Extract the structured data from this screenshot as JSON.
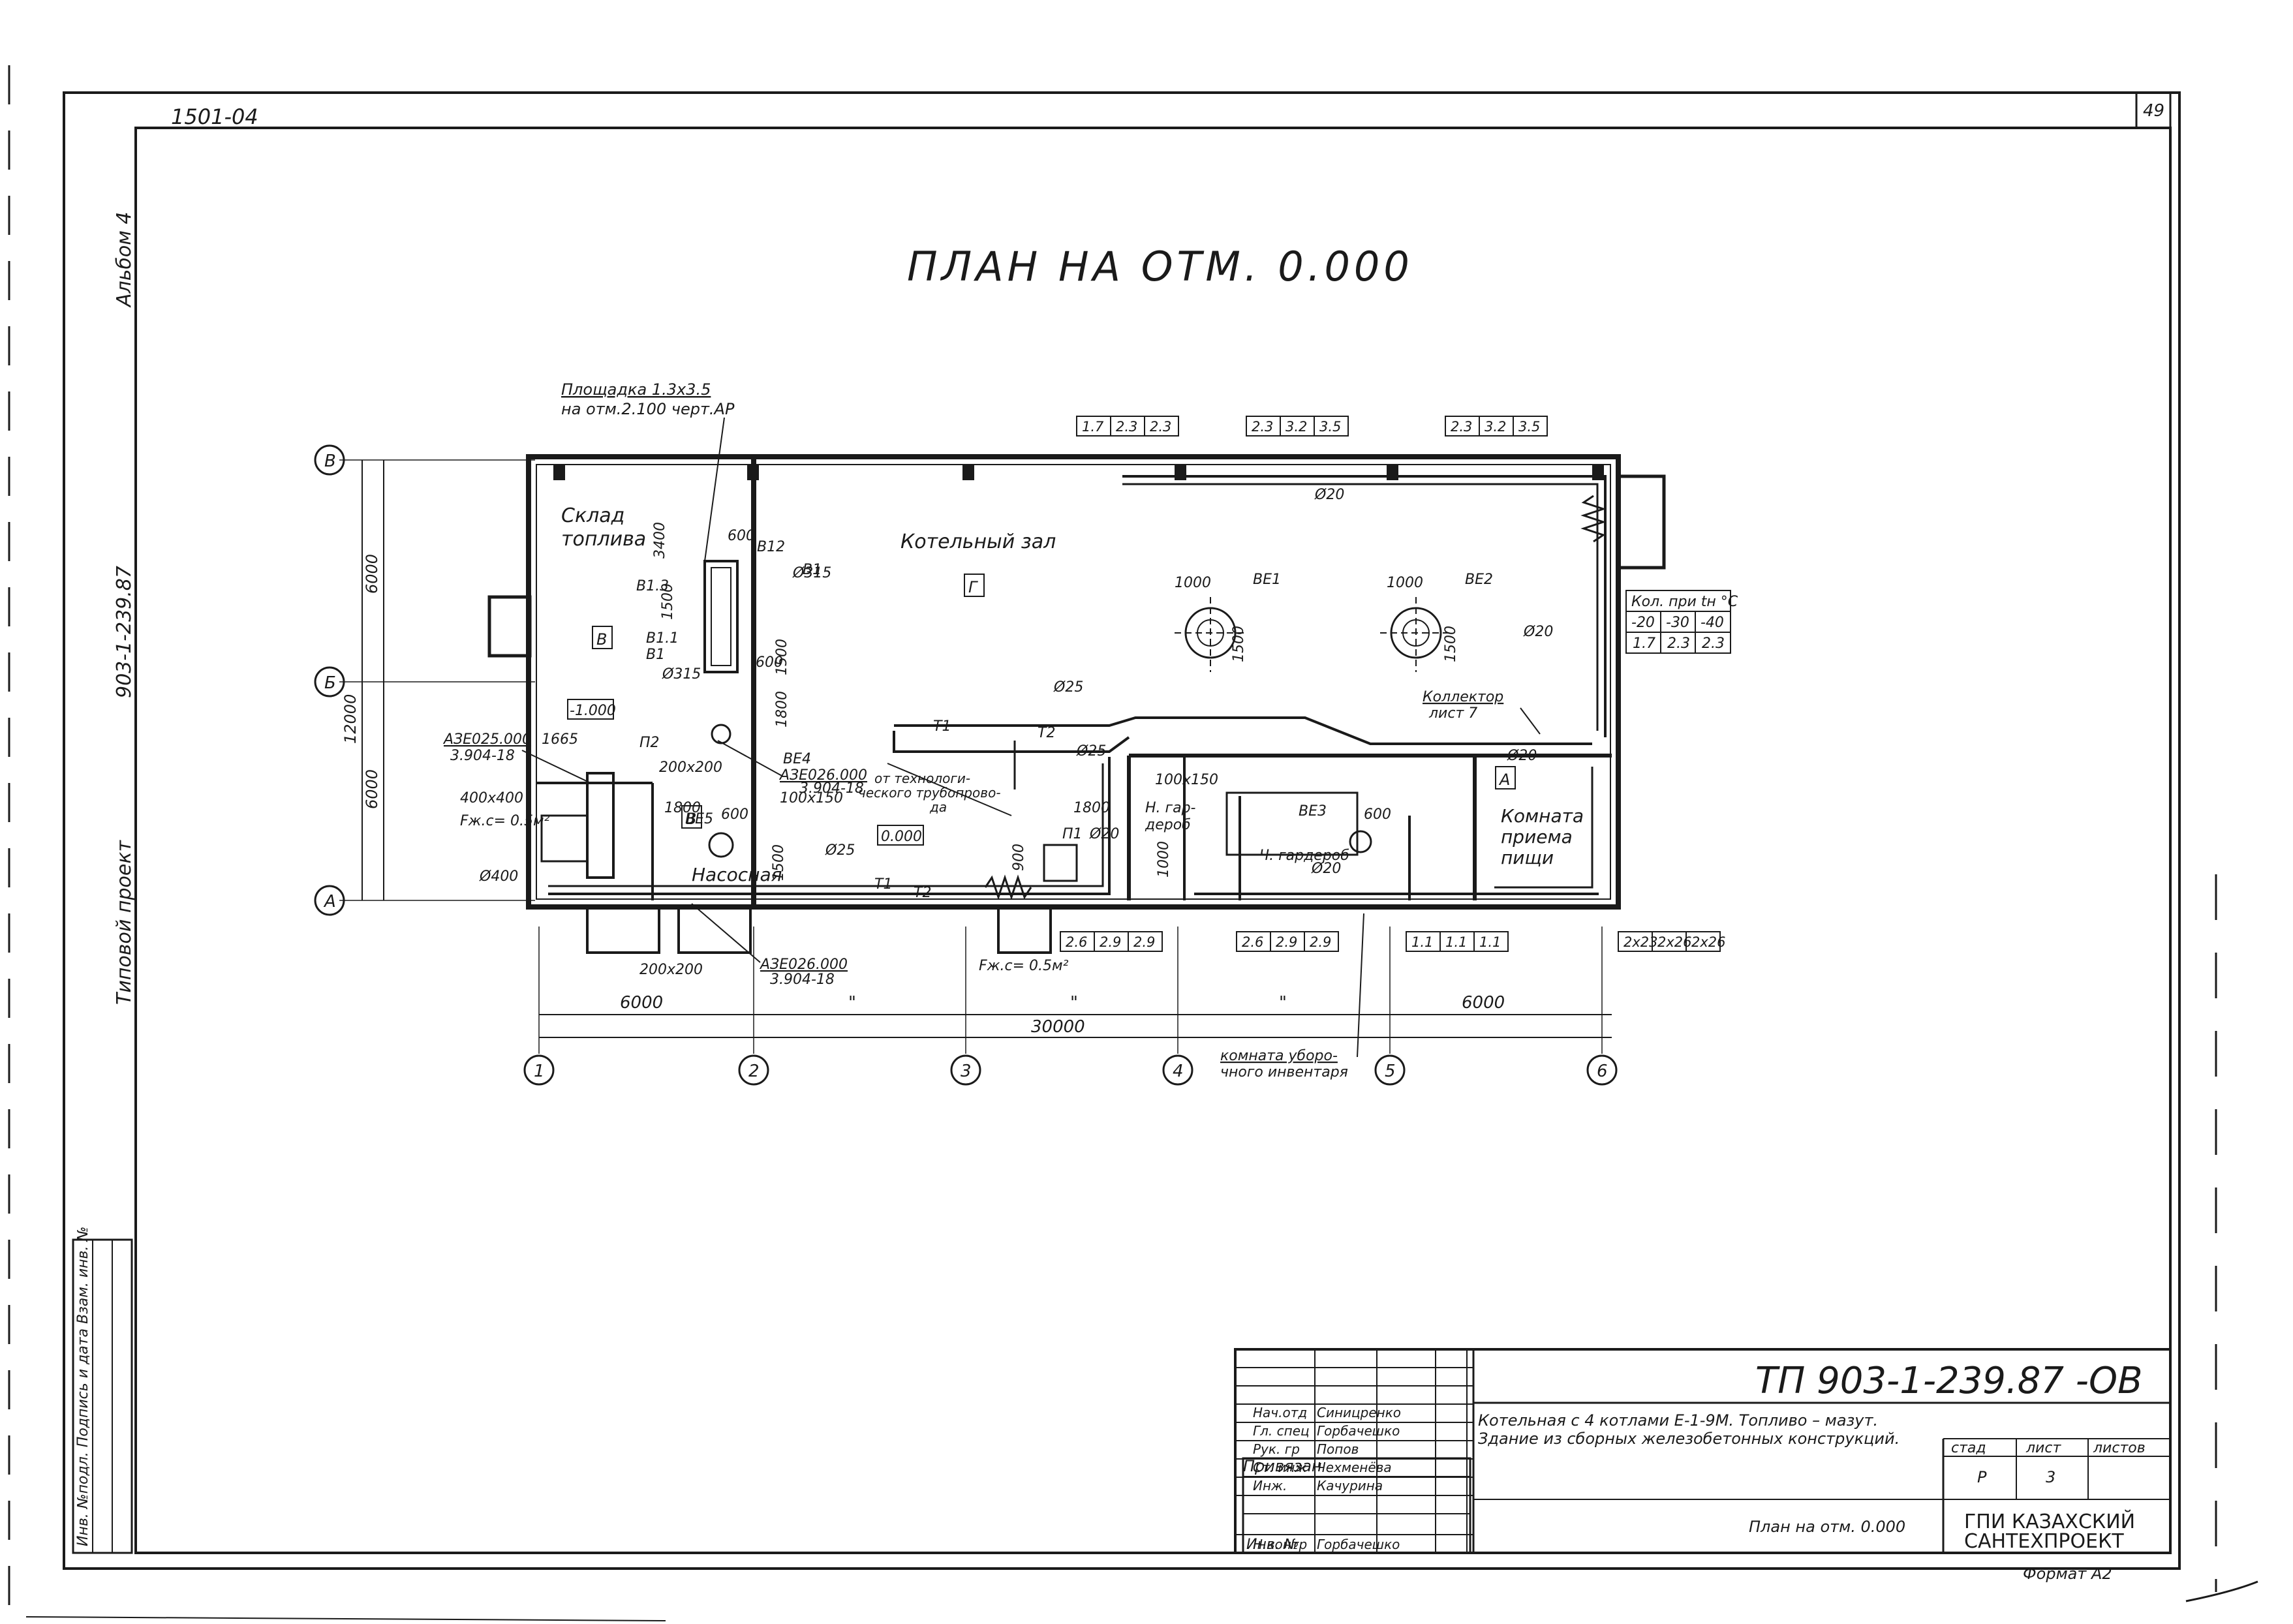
{
  "sheet": {
    "code_top_left": "1501-04",
    "page_number": "49",
    "album": "Альбом 4",
    "typical_project": "Типовой проект",
    "project_code_side": "903-1-239.87",
    "side_stamp": "Инв. №подл.  Подпись и дата  Взам. инв. №"
  },
  "plan": {
    "title": "ПЛАН НА ОТМ. 0.000",
    "rooms": [
      {
        "name": "Склад\nтоплива",
        "letter": "В"
      },
      {
        "name": "Котельный зал",
        "letter": "Г"
      },
      {
        "name": "Насосная",
        "letter": "В"
      },
      {
        "name": "Комната\nприема\nпищи",
        "letter": "А"
      },
      {
        "name": "Н. гар-\nдероб",
        "letter": ""
      },
      {
        "name": "Ч. гардероб",
        "letter": ""
      }
    ],
    "platform_note": "Площадка 1.3х3.5\nна отм.2.100 черт.АР",
    "collector_note": "Коллектор\nлист 7",
    "pipeline_note": "от технологи-\nческого трубопрово-\nда",
    "inventory_note": "комната уборо-\nчного инвентаря",
    "level_marks": [
      "-1.000",
      "0.000"
    ],
    "equipment_labels": [
      "ВЕ1",
      "ВЕ2",
      "ВЕ3",
      "ВЕ4",
      "ВЕ5",
      "В1",
      "В1.1",
      "В1.3",
      "В12",
      "П1",
      "П2",
      "Т1",
      "Т2"
    ],
    "duct_labels": [
      "Ø20",
      "Ø25",
      "Ø400",
      "Ø315",
      "1000",
      "600",
      "100х150",
      "200х200",
      "400х400",
      "Fж.с= 0.5м²",
      "Fж.с= 0.5м²"
    ],
    "catalog_refs": [
      "АЗЕ025.000\n3.904-18",
      "АЗЕ026.000\n3.904-18",
      "АЗЕ026.000\n3.904-18"
    ],
    "radiator_tags": [
      [
        "1.7",
        "2.3",
        "2.3"
      ],
      [
        "2.3",
        "3.2",
        "3.5"
      ],
      [
        "2.3",
        "3.2",
        "3.5"
      ],
      [
        "2.6",
        "2.9",
        "2.9"
      ],
      [
        "2.6",
        "2.9",
        "2.9"
      ],
      [
        "1.1",
        "1.1",
        "1.1"
      ],
      [
        "2х23",
        "2х26",
        "2х26"
      ]
    ],
    "temp_table": {
      "header": "Кол. при tн °С",
      "temps": [
        "-20",
        "-30",
        "-40"
      ],
      "values": [
        "1.7",
        "2.3",
        "2.3"
      ]
    },
    "axes_vertical": [
      "1",
      "2",
      "3",
      "4",
      "5",
      "6"
    ],
    "axes_horizontal": [
      "В",
      "Б",
      "А"
    ],
    "dims_bottom": [
      "6000",
      "\"",
      "\"",
      "\"",
      "6000"
    ],
    "dim_total": "30000",
    "dims_left": [
      "6000",
      "12000",
      "6000"
    ],
    "dims_misc": [
      "3400",
      "1500",
      "1800",
      "1665",
      "1000",
      "1500",
      "1000",
      "1500",
      "900",
      "1500",
      "1800",
      "1800"
    ]
  },
  "title_block": {
    "code": "ТП 903-1-239.87 -ОВ",
    "rows": [
      {
        "role": "Нач.отд",
        "name": "Синицренко"
      },
      {
        "role": "Гл. спец",
        "name": "Горбачешко"
      },
      {
        "role": "Рук. гр",
        "name": "Попов"
      },
      {
        "role": "Ст. инж",
        "name": "Чехменёва"
      },
      {
        "role": "Инж.",
        "name": "Качурина"
      },
      {
        "role": "Н.контр",
        "name": "Горбачешко"
      }
    ],
    "description": "Котельная с 4 котлами Е-1-9М. Топливо – мазут.\nЗдание из сборных железобетонных конструкций.",
    "stage_headers": [
      "стад",
      "лист",
      "листов"
    ],
    "stage_values": [
      "Р",
      "3",
      ""
    ],
    "sheet_name": "План на отм. 0.000",
    "org": "ГПИ КАЗАХСКИЙ\nСАНТЕХПРОЕКТ",
    "bound": "Привязан",
    "inv": "Инв. №",
    "format": "Формат А2"
  }
}
